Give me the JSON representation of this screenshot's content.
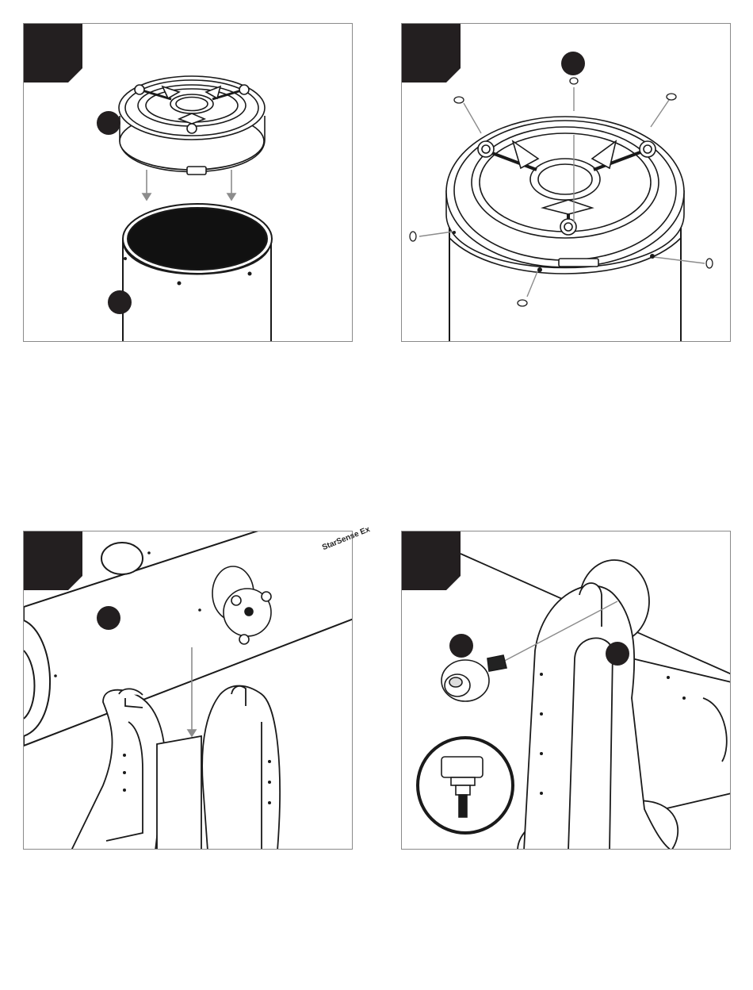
{
  "document": {
    "type": "assembly-instructions-page",
    "panels": [
      {
        "id": "panel-1",
        "callouts": 2
      },
      {
        "id": "panel-2",
        "callouts": 1
      },
      {
        "id": "panel-3",
        "callouts": 1
      },
      {
        "id": "panel-4",
        "callouts": 2
      }
    ],
    "brand_text": "StarSense Ex"
  },
  "colors": {
    "ink": "#1a1a1a",
    "arrow": "#8c8c8c",
    "tab": "#231f20",
    "frame": "#8a8a8a"
  }
}
